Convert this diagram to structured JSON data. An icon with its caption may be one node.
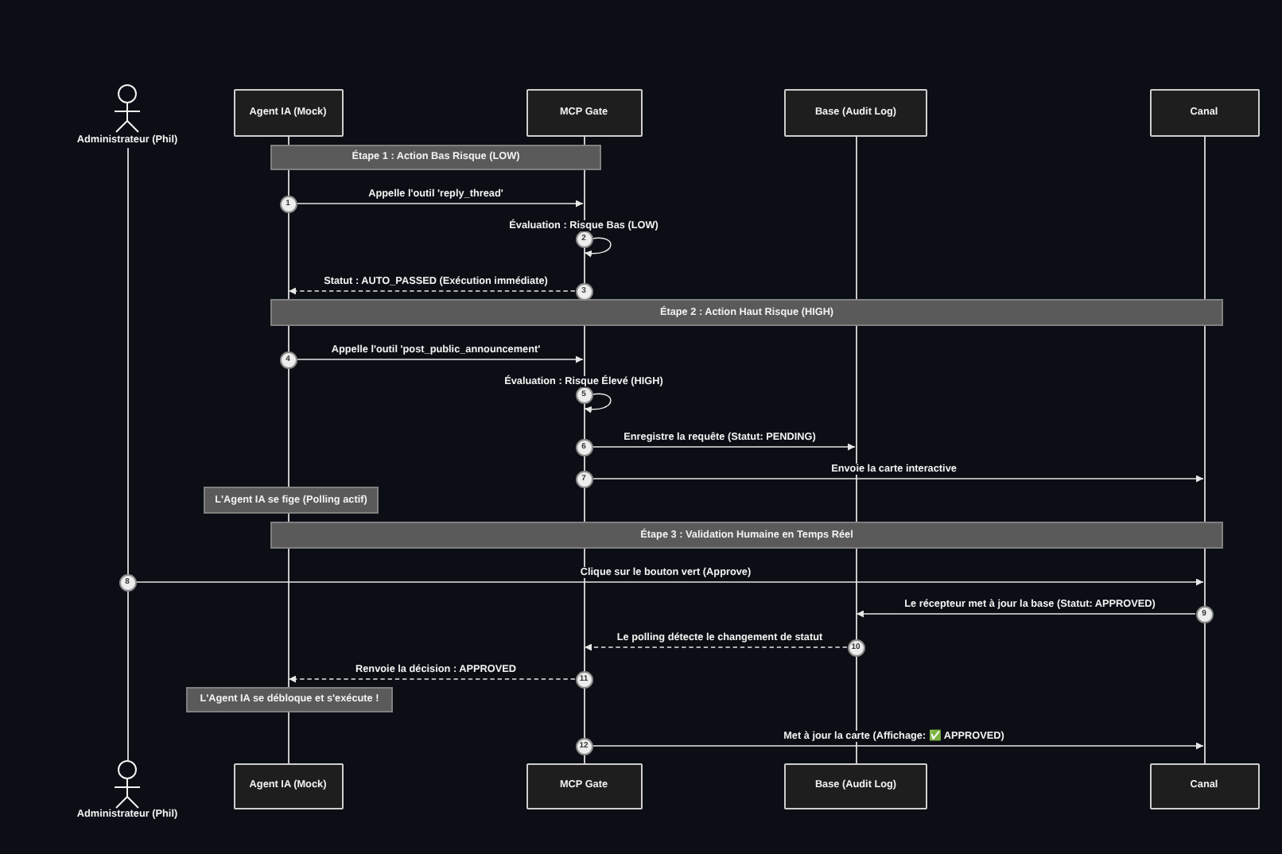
{
  "diagram": {
    "nodes": [
      {
        "text": [
          "Administrateur (Phil)"
        ]
      },
      {
        "text": [
          "Agent IA (Mock)"
        ]
      },
      {
        "text": [
          "MCP Gate"
        ]
      },
      {
        "text": [
          "Base (Audit Log)"
        ]
      },
      {
        "text": [
          "Canal"
        ]
      },
      {
        "text": [],
        "shape": "line"
      },
      {
        "text": [],
        "shape": "line"
      },
      {
        "text": [],
        "shape": "line"
      },
      {
        "text": [],
        "shape": "line"
      },
      {
        "text": [],
        "shape": "line"
      },
      {
        "text": [
          "Étape 1 : Action Bas Risque (LOW)"
        ]
      },
      {
        "text": [
          "1"
        ]
      },
      {
        "text": [
          "2"
        ]
      },
      {
        "text": [
          "3"
        ]
      },
      {
        "text": [
          "Étape 2 : Action Haut Risque (HIGH)"
        ]
      },
      {
        "text": [
          "4"
        ]
      },
      {
        "text": [
          "5"
        ]
      },
      {
        "text": [
          "6"
        ]
      },
      {
        "text": [
          "7"
        ]
      },
      {
        "text": [
          "L'Agent IA se fige (Polling actif)"
        ]
      },
      {
        "text": [
          "Étape 3 : Validation Humaine en Temps Réel"
        ]
      },
      {
        "text": [
          "8"
        ]
      },
      {
        "text": [
          "9"
        ]
      },
      {
        "text": [
          "10"
        ]
      },
      {
        "text": [
          "11"
        ]
      },
      {
        "text": [
          "L'Agent IA se débloque et s'exécute !"
        ]
      },
      {
        "text": [
          "12"
        ]
      },
      {
        "text": [
          "Administrateur (Phil)"
        ]
      },
      {
        "text": [
          "Agent IA (Mock)"
        ]
      },
      {
        "text": [
          "MCP Gate"
        ]
      },
      {
        "text": [
          "Base (Audit Log)"
        ]
      },
      {
        "text": [
          "Canal"
        ]
      }
    ],
    "edges": [
      {
        "from": 11,
        "to": 7,
        "arrow": "to",
        "label": "Appelle l'outil 'reply_thread'"
      },
      {
        "from": 12,
        "to": 7,
        "arrow": "to",
        "label": "Évaluation : Risque Bas (LOW)"
      },
      {
        "from": 13,
        "to": 6,
        "arrow": "to",
        "label": "Statut : AUTO_PASSED (Exécution immédiate)",
        "style": "dashed"
      },
      {
        "from": 15,
        "to": 7,
        "arrow": "to",
        "label": "Appelle l'outil 'post_public_announcement'"
      },
      {
        "from": 16,
        "to": 7,
        "arrow": "to",
        "label": "Évaluation : Risque Élevé (HIGH)"
      },
      {
        "from": 17,
        "to": 8,
        "arrow": "to",
        "label": "Enregistre la requête (Statut: PENDING)"
      },
      {
        "from": 18,
        "to": 9,
        "arrow": "to",
        "label": "Envoie la carte interactive"
      },
      {
        "from": 21,
        "to": 9,
        "arrow": "to",
        "label": "Clique sur le bouton vert (Approve)"
      },
      {
        "from": 22,
        "to": 8,
        "arrow": "to",
        "label": "Le récepteur met à jour la base (Statut: APPROVED)"
      },
      {
        "from": 23,
        "to": 7,
        "arrow": "to",
        "label": "Le polling détecte le changement de statut",
        "style": "dashed"
      },
      {
        "from": 24,
        "to": 6,
        "arrow": "to",
        "label": "Renvoie la décision : APPROVED",
        "style": "dashed"
      },
      {
        "from": 26,
        "to": 9,
        "arrow": "to",
        "label": "Met à jour la carte (Affichage: ✅ APPROVED)"
      }
    ]
  }
}
